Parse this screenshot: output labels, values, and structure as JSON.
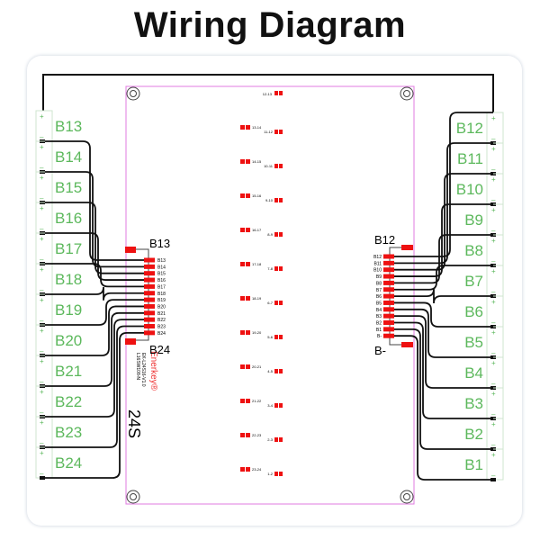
{
  "title": "Wiring Diagram",
  "left_cells": [
    "B13",
    "B14",
    "B15",
    "B16",
    "B17",
    "B18",
    "B19",
    "B20",
    "B21",
    "B22",
    "B23",
    "B24"
  ],
  "right_cells": [
    "B12",
    "B11",
    "B10",
    "B9",
    "B8",
    "B7",
    "B6",
    "B5",
    "B4",
    "B3",
    "B2",
    "B1"
  ],
  "left_connector": {
    "top_label": "B13",
    "bottom_label": "B24",
    "pins": [
      "B13",
      "B14",
      "B15",
      "B16",
      "B17",
      "B18",
      "B19",
      "B20",
      "B21",
      "B22",
      "B23",
      "B24"
    ]
  },
  "right_connector": {
    "top_label": "B12",
    "bottom_label": "B-",
    "pins": [
      "B12",
      "B11",
      "B10",
      "B9",
      "B8",
      "B7",
      "B6",
      "B5",
      "B4",
      "B3",
      "B2",
      "B1",
      "B-"
    ]
  },
  "board": {
    "brand": "Enerkey®",
    "model": "EK-L24S16-V1.0",
    "date": "L16SW108-N",
    "series": "24S"
  },
  "balance_labels": [
    [
      "12-13"
    ],
    [
      "13-14",
      "11-12"
    ],
    [
      "14-15",
      "10-11"
    ],
    [
      "15-16",
      "9-10"
    ],
    [
      "16-17",
      "8-9"
    ],
    [
      "17-18",
      "7-8"
    ],
    [
      "18-19",
      "6-7"
    ],
    [
      "19-20",
      "5-6"
    ],
    [
      "20-21",
      "4-5"
    ],
    [
      "21-22",
      "3-4"
    ],
    [
      "22-23",
      "2-3"
    ],
    [
      "23-24",
      "1-2"
    ]
  ],
  "colors": {
    "cell_label": "#5cb85c",
    "pad": "#ee1111",
    "board_outline": "#e07be0",
    "wire": "#111111"
  }
}
